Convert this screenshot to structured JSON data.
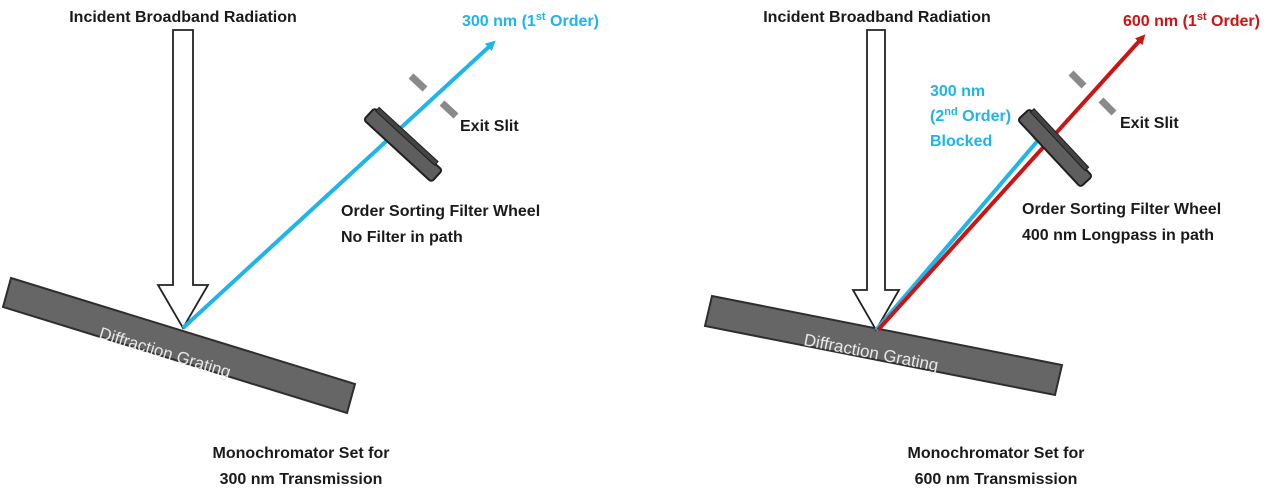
{
  "colors": {
    "beam_300nm": "#1fb4ea",
    "beam_600nm": "#cc1414",
    "grating_fill": "#666666",
    "filter_fill": "#5e5e5e",
    "slit_fill": "#8a8a8a",
    "text_dark": "#1a1a1a"
  },
  "panels": [
    {
      "incident_label": "Incident Broadband Radiation",
      "beam_label": {
        "main": "300 nm (1",
        "sup": "st",
        "tail": " Order)",
        "color": "#1fb4ea"
      },
      "exit_slit_label": "Exit Slit",
      "filter_wheel_label": "Order Sorting Filter Wheel",
      "filter_state_label": "No Filter in path",
      "grating_label": "Diffraction Grating",
      "caption_line1": "Monochromator Set for",
      "caption_line2": "300 nm Transmission"
    },
    {
      "incident_label": "Incident Broadband Radiation",
      "beam_label": {
        "main": "600 nm (1",
        "sup": "st",
        "tail": " Order)",
        "color": "#cc1414"
      },
      "blocked_label": {
        "line1": "300 nm",
        "line2_main": "(2",
        "line2_sup": "nd",
        "line2_tail": " Order)",
        "line3": "Blocked",
        "color": "#1fb4ea"
      },
      "exit_slit_label": "Exit Slit",
      "filter_wheel_label": "Order Sorting Filter Wheel",
      "filter_state_label": "400 nm Longpass in path",
      "grating_label": "Diffraction Grating",
      "caption_line1": "Monochromator Set for",
      "caption_line2": "600 nm Transmission"
    }
  ]
}
